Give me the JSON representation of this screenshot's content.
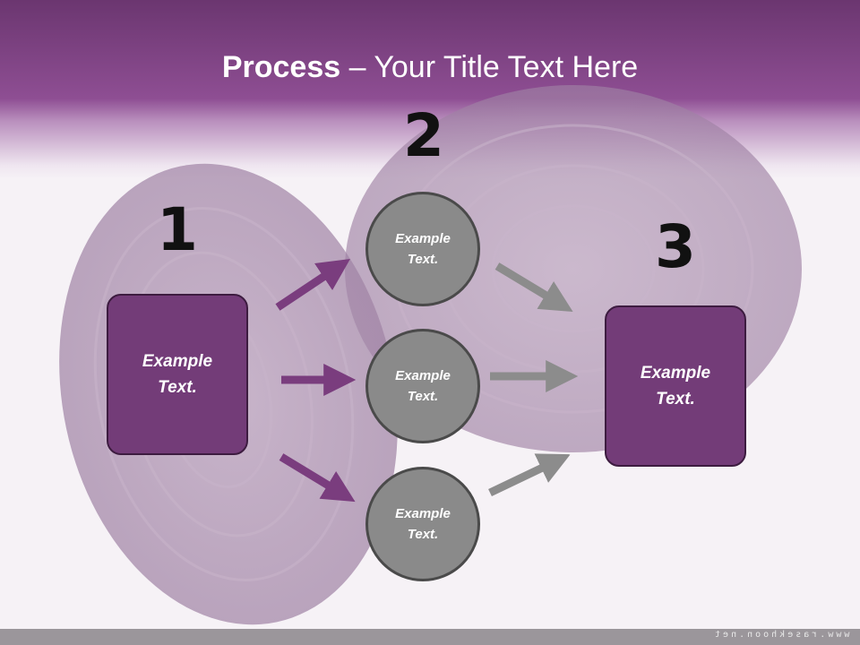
{
  "title": {
    "bold": "Process",
    "rest": " – Your Title Text Here"
  },
  "steps": {
    "one": "1",
    "two": "2",
    "three": "3"
  },
  "left_box": {
    "line1": "Example",
    "line2": "Text."
  },
  "circles": [
    {
      "line1": "Example",
      "line2": "Text."
    },
    {
      "line1": "Example",
      "line2": "Text."
    },
    {
      "line1": "Example",
      "line2": "Text."
    }
  ],
  "right_box": {
    "line1": "Example",
    "line2": "Text."
  },
  "footer": {
    "watermark": "www.rasekhoon.net"
  },
  "colors": {
    "accent_purple": "#733c78",
    "header_purple": "#8e4e93",
    "circle_gray": "#8a8a8a",
    "arrow_purple": "#7a3d7e",
    "arrow_gray": "#8c8c8c"
  }
}
